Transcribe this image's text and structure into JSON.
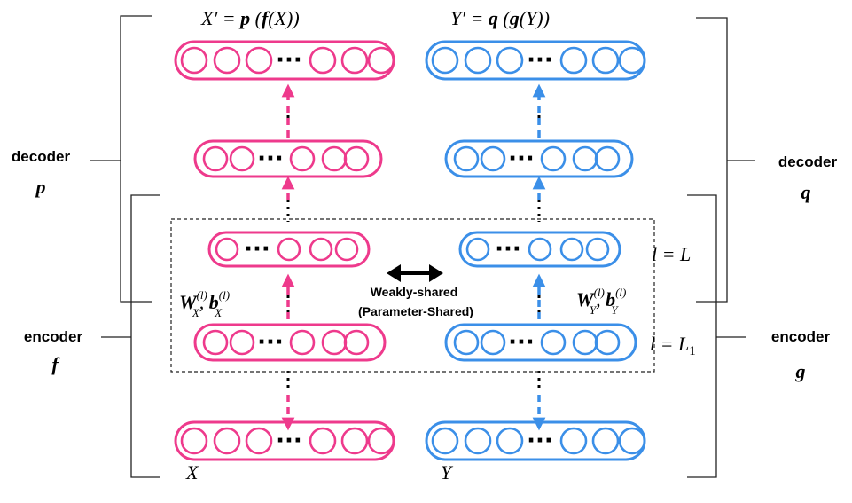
{
  "colors": {
    "left": "#ee3a8c",
    "right": "#3b8fe8",
    "ink": "#000000"
  },
  "labels": {
    "decoder_left": "decoder",
    "decoder_left_sym": "p",
    "decoder_right": "decoder",
    "decoder_right_sym": "q",
    "encoder_left": "encoder",
    "encoder_left_sym": "f",
    "encoder_right": "encoder",
    "encoder_right_sym": "g",
    "weakly_shared": "Weakly-shared",
    "parameter_shared": "(Parameter-Shared)",
    "input_left": "X",
    "input_right": "Y",
    "ellipsis": "···"
  },
  "equations": {
    "left_output": {
      "lhs": "X′ = ",
      "fn1": "p",
      "mid1": " (",
      "fn2": "f",
      "mid2": "(X))"
    },
    "right_output": {
      "lhs": "Y′ = ",
      "fn1": "q",
      "mid1": " (",
      "fn2": "g",
      "mid2": "(Y))"
    },
    "layer_L": "l = L",
    "layer_L1": {
      "main": "l = L",
      "sub": "1"
    },
    "weights_left": {
      "W": "W",
      "sup": "(l)",
      "sub": "X",
      "comma": ", ",
      "b": "b",
      "bsup": "(l)",
      "bsub": "X"
    },
    "weights_right": {
      "W": "W",
      "sup": "(l)",
      "sub": "Y",
      "comma": ", ",
      "b": "b",
      "bsup": "(l)",
      "bsub": "Y"
    }
  }
}
